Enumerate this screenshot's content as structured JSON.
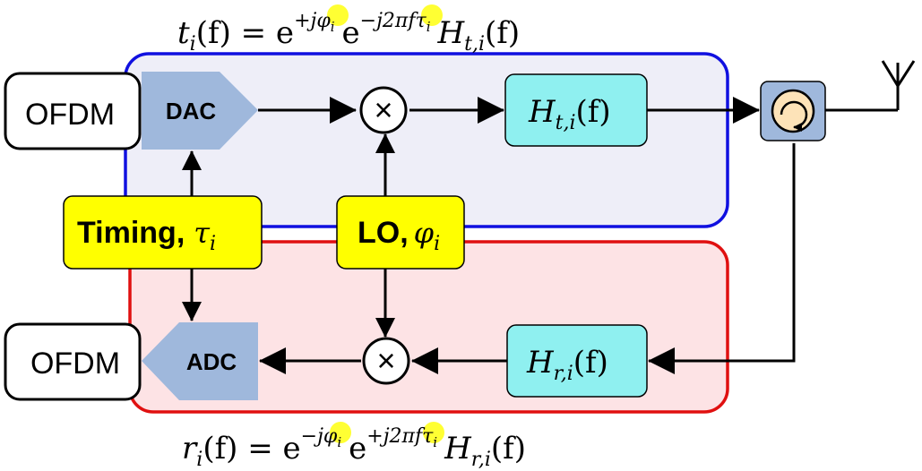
{
  "formulas": {
    "top": {
      "lhs": "t",
      "lhs_sub": "i",
      "lhs_arg": "(f) = e",
      "sign1": "+",
      "exp1": "jφ",
      "exp1_sub": "i",
      "mid": "e",
      "sign2": "−",
      "exp2": "j2πfτ",
      "exp2_sub": "i",
      "tail": "H",
      "tail_sub": "t,i",
      "tail_arg": "(f)"
    },
    "bottom": {
      "lhs": "r",
      "lhs_sub": "i",
      "lhs_arg": "(f) = e",
      "sign1": "−",
      "exp1": "jφ",
      "exp1_sub": "i",
      "mid": "e",
      "sign2": "+",
      "exp2": "j2πfτ",
      "exp2_sub": "i",
      "tail": "H",
      "tail_sub": "r,i",
      "tail_arg": "(f)"
    }
  },
  "blocks": {
    "ofdm_tx": "OFDM",
    "ofdm_rx": "OFDM",
    "dac": "DAC",
    "adc": "ADC",
    "timing_label": "Timing,",
    "timing_symbol": "τ",
    "timing_sub": "i",
    "lo_label": "LO,",
    "lo_symbol": "φ",
    "lo_sub": "i",
    "mixer_symbol": "×",
    "ht": {
      "main": "H",
      "sub": "t,i",
      "arg": "(f)"
    },
    "hr": {
      "main": "H",
      "sub": "r,i",
      "arg": "(f)"
    }
  },
  "colors": {
    "tx_border": "#1010e0",
    "tx_fill": "#eeeef8",
    "rx_border": "#e01010",
    "rx_fill": "#fde3e5",
    "converter": "#9fb8dc",
    "filter": "#8ff0f0",
    "control": "#ffff00",
    "highlight": "#ffff33",
    "circulator_bg": "#9fb8dc",
    "circulator_disc": "#fde3b8"
  }
}
